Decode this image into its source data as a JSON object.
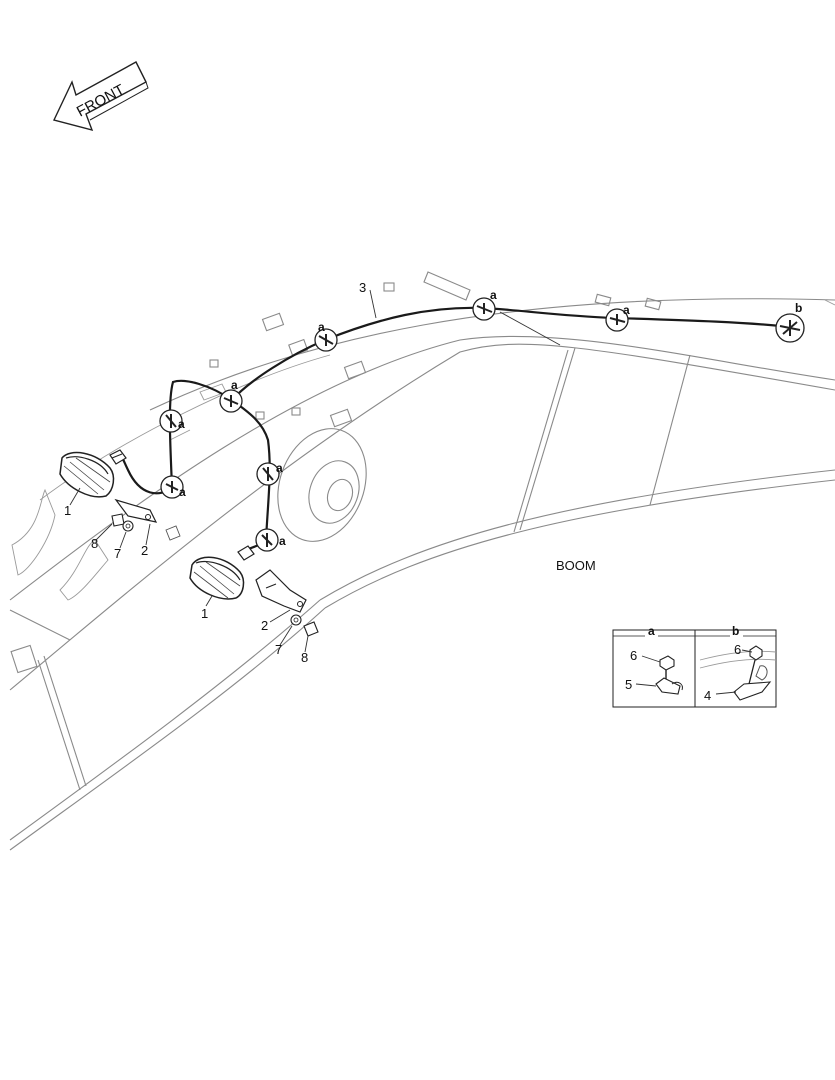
{
  "direction_arrow": {
    "label": "FRONT"
  },
  "assembly_label": "BOOM",
  "callouts": {
    "lamp_left": "1",
    "bracket_left": "2",
    "washer_left": "7",
    "bolt_left": "8",
    "lamp_right": "1",
    "bracket_right": "2",
    "washer_right": "7",
    "bolt_right": "8",
    "harness": "3"
  },
  "clip_markers": {
    "a1": "a",
    "a2": "a",
    "a3": "a",
    "a4": "a",
    "a5": "a",
    "a6": "a",
    "a7": "a",
    "a8": "a",
    "b1": "b"
  },
  "detail_panel": {
    "detail_a": {
      "header": "a",
      "bolt": "6",
      "clip": "5"
    },
    "detail_b": {
      "header": "b",
      "bolt": "6",
      "clip": "4"
    }
  }
}
